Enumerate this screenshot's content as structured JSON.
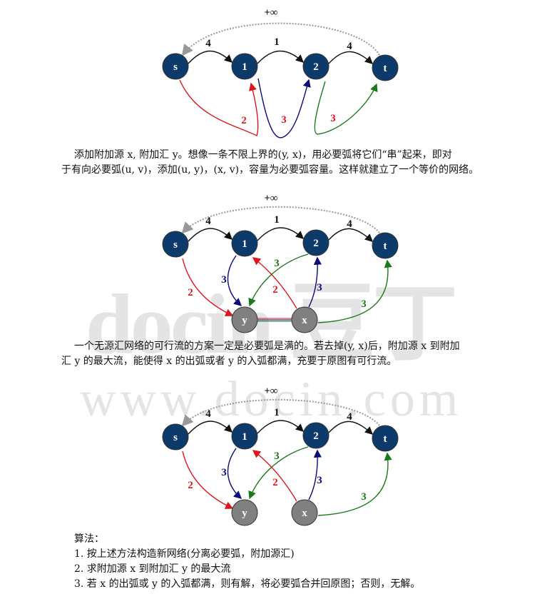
{
  "watermark": {
    "logo": "docin 豆丁",
    "url": "www.docin.com"
  },
  "colors": {
    "node_fill": "#0b3a6b",
    "aux_node_fill": "#808080",
    "red": "#e0141e",
    "blue": "#0a0a7a",
    "green": "#1a7a1a",
    "dotted": "#999999"
  },
  "diagrams": [
    {
      "infinity_label": "+∞",
      "nodes": [
        "s",
        "1",
        "2",
        "t"
      ],
      "capacities": {
        "s_1": "4",
        "1_2": "1",
        "2_t": "4"
      },
      "lower_bounds": {
        "s_1": "2",
        "1_2": "3",
        "2_t": "3"
      }
    },
    {
      "infinity_label": "+∞",
      "nodes": [
        "s",
        "1",
        "2",
        "t",
        "y",
        "x"
      ],
      "capacities": {
        "s_1": "4",
        "1_2": "1",
        "2_t": "4"
      },
      "aux_edges": {
        "s_y": "2",
        "1_y": "3",
        "2_y": "3",
        "x_1": "2",
        "x_2": "3",
        "x_t": "3"
      }
    },
    {
      "infinity_label": "+∞",
      "nodes": [
        "s",
        "1",
        "2",
        "t",
        "y",
        "x"
      ],
      "capacities": {
        "s_1": "4",
        "1_2": "1",
        "2_t": "4"
      },
      "aux_edges": {
        "s_y": "2",
        "1_y": "3",
        "2_y": "3",
        "x_1": "2",
        "x_2": "3",
        "x_t": "3"
      }
    }
  ],
  "paragraphs": {
    "p1": [
      "添加附加源 x, 附加汇 y。想像一条不限上界的(y, x)，用必要弧将它们“串”起来，即对",
      "于有向必要弧(u, v)，添加(u, y)，(x, v)，容量为必要弧容量。这样就建立了一个等价的网络。"
    ],
    "p2": [
      "一个无源汇网络的可行流的方案一定是必要弧是满的。若去掉(y, x)后，附加源 x 到附加",
      "汇 y 的最大流，能使得 x 的出弧或者 y 的入弧都满，充要于原图有可行流。"
    ]
  },
  "algorithm": {
    "title": "算法：",
    "steps": [
      "1.   按上述方法构造新网络(分离必要弧，附加源汇)",
      "2.   求附加源 x 到附加汇 y 的最大流",
      "3.   若 x 的出弧或 y 的入弧都满，则有解，将必要弧合并回原图；否则，无解。"
    ]
  }
}
